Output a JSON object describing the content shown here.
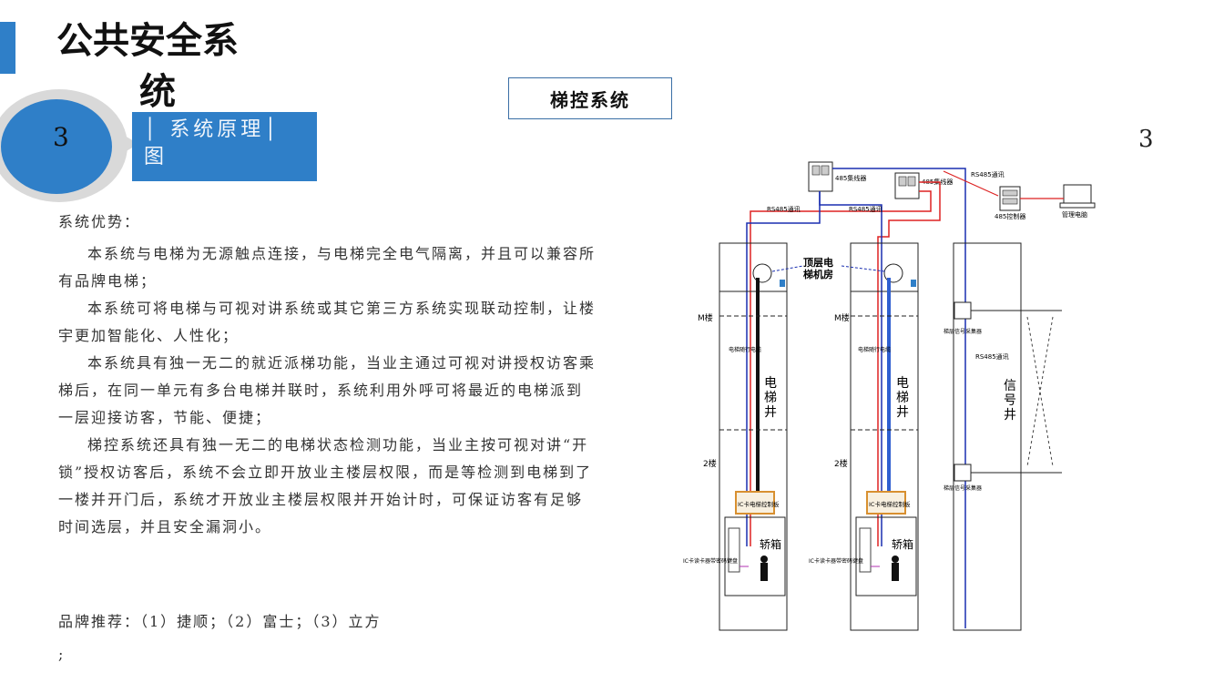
{
  "header": {
    "title_line1": "公共安全系",
    "title_line2": "统",
    "section_number": "3",
    "section_label": "│ 系统原理│ 图",
    "page_number": "3"
  },
  "diagram_title": "梯控系统",
  "content": {
    "advantages_heading": "系统优势：",
    "paragraphs": [
      "本系统与电梯为无源触点连接，与电梯完全电气隔离，并且可以兼容所有品牌电梯；",
      "本系统可将电梯与可视对讲系统或其它第三方系统实现联动控制，让楼宇更加智能化、人性化；",
      "本系统具有独一无二的就近派梯功能，当业主通过可视对讲授权访客乘梯后，在同一单元有多台电梯并联时，系统利用外呼可将最近的电梯派到一层迎接访客，节能、便捷；",
      "梯控系统还具有独一无二的电梯状态检测功能，当业主按可视对讲“开锁”授权访客后，系统不会立即开放业主楼层权限，而是等检测到电梯到了一楼并开门后，系统才开放业主楼层权限并开始计时，可保证访客有足够时间选层，并且安全漏洞小。"
    ],
    "brand_line": "品牌推荐：（1）捷顺；（2）富士；（3）立方",
    "brand_tail": ";"
  },
  "diagram": {
    "top_room": "顶层电梯机房",
    "shaft1": "电梯井",
    "shaft2": "电梯井",
    "shaft3": "信号井",
    "floor_m_1": "M楼",
    "floor_m_2": "M楼",
    "floor_2_1": "2楼",
    "floor_2_2": "2楼",
    "car1": "轿箱",
    "car2": "轿箱",
    "controller1": "IC卡电梯控制板",
    "controller2": "IC卡电梯控制板",
    "rs485_1": "RS485通讯",
    "rs485_2": "RS485通讯",
    "rs485_3": "RS485通讯",
    "rs485_4": "RS485通讯",
    "device1": "485集线器",
    "device2": "485集线器",
    "device3": "485控制器",
    "device4": "管理电脑",
    "elevator_cable_1": "电梯随行电缆",
    "elevator_cable_2": "电梯随行电缆",
    "data_collector_1": "梯层信号采集器",
    "data_collector_2": "梯层信号采集器",
    "reader1": "IC卡读卡器带密码键盘",
    "reader2": "IC卡读卡器带密码键盘"
  }
}
